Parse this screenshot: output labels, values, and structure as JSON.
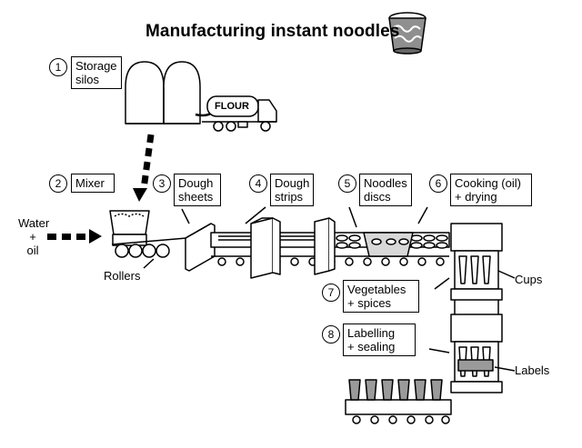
{
  "title": "Manufacturing instant noodles",
  "cup_icon": "noodle-cup-icon",
  "truck_label": "FLOUR",
  "steps": [
    {
      "number": "1",
      "lines": [
        "Storage",
        "silos"
      ]
    },
    {
      "number": "2",
      "lines": [
        "Mixer"
      ]
    },
    {
      "number": "3",
      "lines": [
        "Dough",
        "sheets"
      ]
    },
    {
      "number": "4",
      "lines": [
        "Dough",
        "strips"
      ]
    },
    {
      "number": "5",
      "lines": [
        "Noodles",
        "discs"
      ]
    },
    {
      "number": "6",
      "lines": [
        "Cooking (oil)",
        "+ drying"
      ]
    },
    {
      "number": "7",
      "lines": [
        "Vegetables",
        "+ spices"
      ]
    },
    {
      "number": "8",
      "lines": [
        "Labelling",
        "+ sealing"
      ]
    }
  ],
  "labels": {
    "water_oil": [
      "Water",
      "+",
      "oil"
    ],
    "rollers": "Rollers",
    "cups": "Cups",
    "labels": "Labels"
  },
  "colors": {
    "ink": "#000000",
    "background": "#ffffff",
    "cup_fill": "#9a9a9a"
  }
}
